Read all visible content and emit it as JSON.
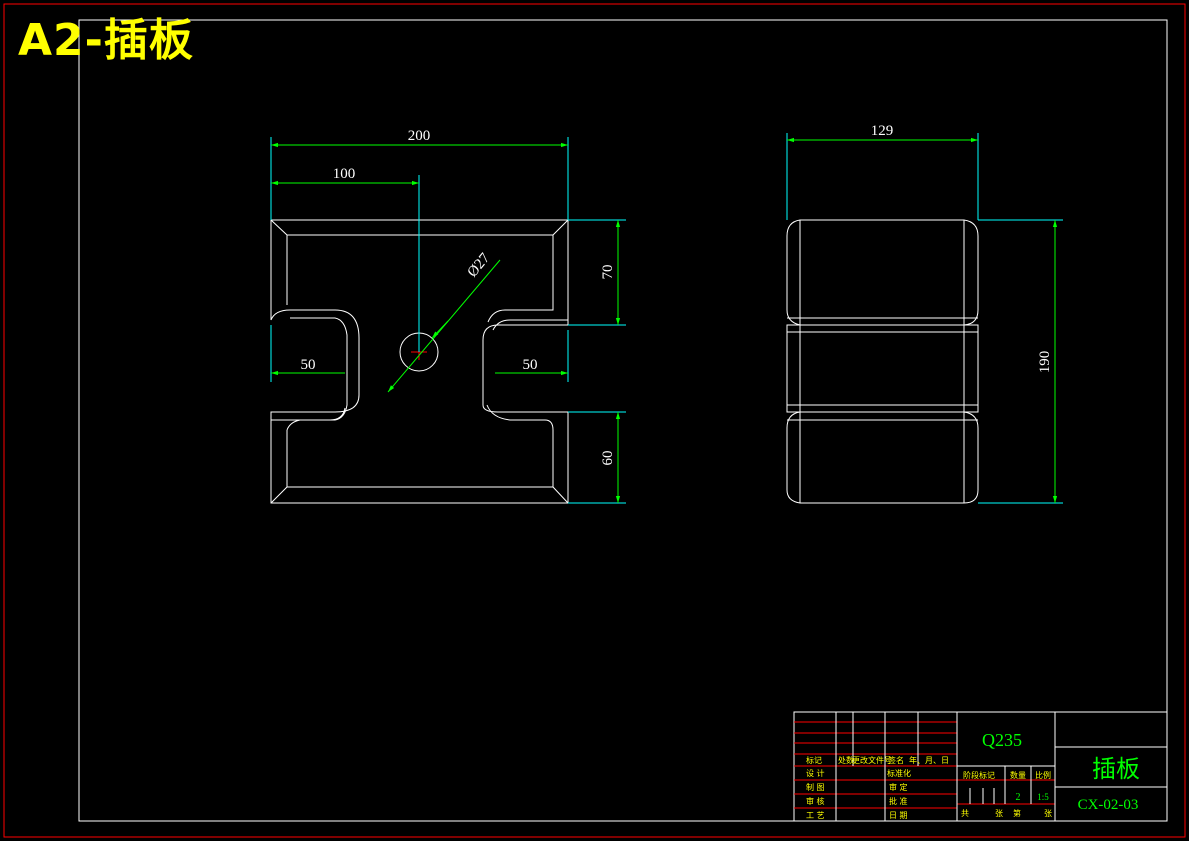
{
  "sheet": {
    "title": "A2-插板"
  },
  "front_view": {
    "dim_overall_width": "200",
    "dim_center_offset": "100",
    "dim_hole_diameter": "Ø27",
    "dim_left_slot": "50",
    "dim_right_slot": "50",
    "dim_top_height": "70",
    "dim_bottom_height": "60"
  },
  "side_view": {
    "dim_width": "129",
    "dim_height": "190"
  },
  "title_block": {
    "material": "Q235",
    "part_name": "插板",
    "drawing_number": "CX-02-03",
    "quantity": "2",
    "scale": "1:5",
    "labels": {
      "mark": "标记",
      "count": "处数",
      "change_doc": "更改文件号",
      "signature": "签名",
      "date": "年、月、日",
      "design": "设 计",
      "standardize": "标准化",
      "drafting": "制 图",
      "review": "审 定",
      "checking": "审 核",
      "approve": "批 准",
      "process": "工 艺",
      "day": "日 期",
      "stage_mark": "阶段标记",
      "weight": "数量",
      "ratio": "比例",
      "total": "共",
      "sheets_a": "张",
      "page": "第",
      "sheets_b": "张"
    }
  },
  "colors": {
    "background": "#000000",
    "outline": "#ffffff",
    "dimension": "#00ff00",
    "centerline": "#00ffff",
    "border": "#ff0000",
    "title_text": "#ffff00"
  }
}
